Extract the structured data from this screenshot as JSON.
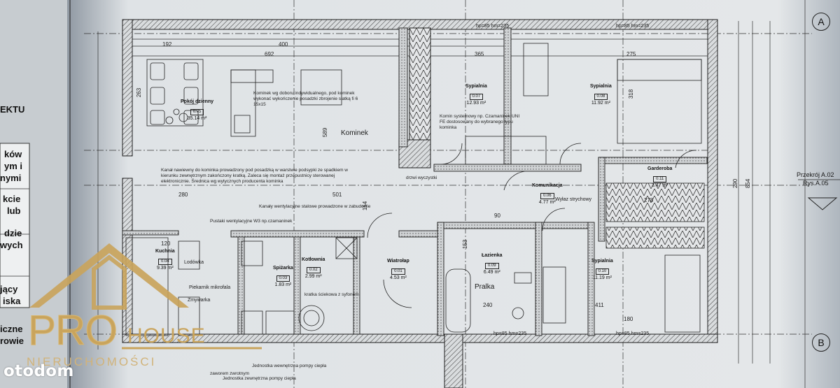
{
  "left_text": [
    "EKTU",
    "ków",
    "ym i",
    "nymi",
    "kcie",
    "lub",
    "dzie",
    "wych",
    "jący",
    "iska",
    "iczne",
    "rowie"
  ],
  "rooms": [
    {
      "name": "Pokój dzienny",
      "num": "0.05",
      "area": "35.14 m²"
    },
    {
      "name": "Sypialnia",
      "num": "0.07",
      "area": "12.93 m²"
    },
    {
      "name": "Sypialnia",
      "num": "0.08",
      "area": "11.92 m²"
    },
    {
      "name": "Garderoba",
      "num": "0.11",
      "area": "3.47 m²"
    },
    {
      "name": "Komunikacja",
      "num": "0.06",
      "area": "4.77 m²"
    },
    {
      "name": "Kuchnia",
      "num": "0.04",
      "area": "9.39 m²"
    },
    {
      "name": "Spiżarka",
      "num": "0.03",
      "area": "1.83 m²"
    },
    {
      "name": "Kotłownia",
      "num": "0.02",
      "area": "2.99 m²"
    },
    {
      "name": "Wiatrołap",
      "num": "0.01",
      "area": "4.53 m²"
    },
    {
      "name": "Łazienka",
      "num": "0.09",
      "area": "6.49 m²"
    },
    {
      "name": "Sypialnia",
      "num": "0.10",
      "area": "11.19 m²"
    }
  ],
  "labels": {
    "kominek": "Kominek",
    "pralka": "Pralka",
    "lodowka": "Lodówka",
    "zmywarka": "Zmywarka",
    "piekarnik": "Piekarnik mikrofala",
    "wylaz": "Wyłaz strychowy",
    "drzwi": "drzwi wyczystki",
    "przekroj": "Przekrój A.02",
    "rys": "Rys.A.05",
    "axis_a": "A",
    "axis_b": "B",
    "hp_top_left": "hp=85 hm=235",
    "hp_top_right": "hp=85 hm=235",
    "hp_bottom_mid": "hp=85 hm=235",
    "hp_bottom_right": "hp=85 hm=235"
  },
  "notes": {
    "kominek_note": "Kominek wg doboru indywidualnego, pod kominek wykonać wykończenie posadzki zbrojenie siatką fi 6 15x15",
    "komin_note": "Komin systemowy np. Czamaninek UNI FE dostosowany do wybranego typu kominka",
    "kanal_note": "Kanał nawiewny do kominka prowadzony pod posadzką w warstwie podsypki ze spadkiem w kierunku zewnętrznym zakończony kratką. Zaleca się montaż przepustnicy sterowanej elektronicznie. Średnica wg wytycznych producenta kominka",
    "kanaly_went": "Kanały wentylacyjne stalowe prowadzone w zabudowie",
    "pustaki": "Pustaki wentylacyjne W3 np.czamaninek",
    "kratka": "kratka ściekowa z syfonem",
    "pompa1": "Jednostka wewnętrzna pompy ciepła",
    "pompa2": "Jednostka zewnętrzna pompy ciepła",
    "zwrotny": "zaworem zwrotnym"
  },
  "dims": {
    "d400": "400",
    "d692": "692",
    "d192": "192",
    "d365": "365",
    "d275": "275",
    "d501": "501",
    "d280": "280",
    "d589": "589",
    "d411": "411",
    "d240": "240",
    "d180": "180",
    "d120": "120",
    "d90": "90",
    "d278": "278",
    "d318": "318",
    "d290": "290",
    "d854": "854",
    "d263": "263",
    "d154": "154",
    "d153": "153"
  },
  "branding": {
    "pro": "PRO",
    "house": "HOUSE",
    "sub": "NIERUCHOMOŚCI",
    "otodom": "otodom"
  },
  "colors": {
    "paper": "#e3e6e8",
    "line": "#1d1d1d",
    "gold": "#c9a45c",
    "hatch": "#444444"
  }
}
